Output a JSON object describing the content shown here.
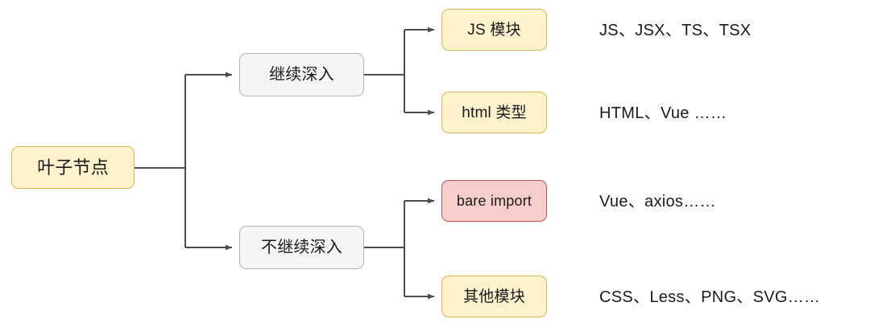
{
  "diagram": {
    "type": "tree",
    "orientation": "left-to-right",
    "background_color": "#ffffff",
    "edge_color": "#4d4d4d",
    "root": {
      "label": "叶子节点",
      "fill": "#fff2cc",
      "stroke": "#d6b656"
    },
    "branches": [
      {
        "label": "继续深入",
        "fill": "#f5f5f5",
        "stroke": "#b3b3b3"
      },
      {
        "label": "不继续深入",
        "fill": "#f5f5f5",
        "stroke": "#b3b3b3"
      }
    ],
    "leaves": [
      {
        "label": "JS 模块",
        "annotation": "JS、JSX、TS、TSX",
        "fill": "#fff2cc",
        "stroke": "#d6b656",
        "parent": "继续深入"
      },
      {
        "label": "html 类型",
        "annotation": "HTML、Vue ……",
        "fill": "#fff2cc",
        "stroke": "#d6b656",
        "parent": "继续深入"
      },
      {
        "label": "bare import",
        "annotation": "Vue、axios……",
        "fill": "#f8cecc",
        "stroke": "#b85450",
        "parent": "不继续深入"
      },
      {
        "label": "其他模块",
        "annotation": "CSS、Less、PNG、SVG……",
        "fill": "#fff2cc",
        "stroke": "#d6b656",
        "parent": "不继续深入"
      }
    ]
  }
}
